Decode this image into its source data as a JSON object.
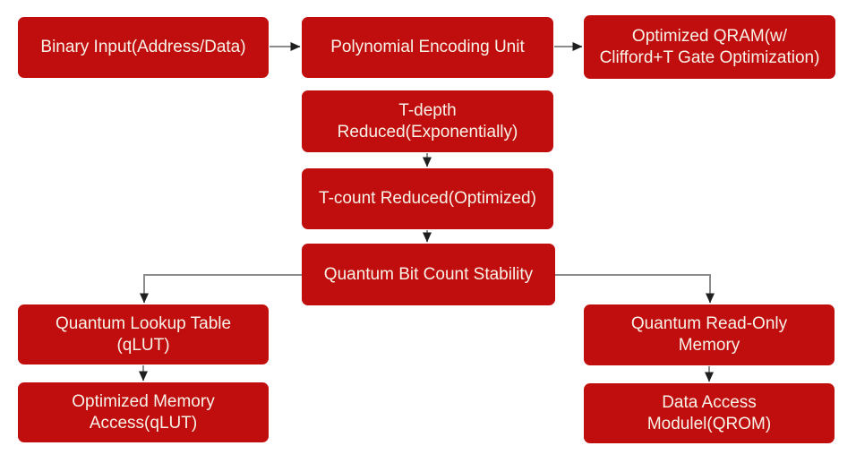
{
  "colors": {
    "background": "#ffffff",
    "node_fill": "#c00d0d",
    "node_text": "#f7f2e8",
    "connector_line": "#8c8c8c",
    "arrowhead": "#1f1f1f"
  },
  "nodes": {
    "binary_input": {
      "label": "Binary Input(Address/Data)"
    },
    "poly_encoding": {
      "label": "Polynomial Encoding Unit"
    },
    "optimized_qram": {
      "label": "Optimized QRAM(w/\nClifford+T Gate Optimization)"
    },
    "t_depth": {
      "label": "T-depth\nReduced(Exponentially)"
    },
    "t_count": {
      "label": "T-count Reduced(Optimized)"
    },
    "qubit_stability": {
      "label": "Quantum Bit Count Stability"
    },
    "qlut": {
      "label": "Quantum Lookup Table\n(qLUT)"
    },
    "qlut_access": {
      "label": "Optimized Memory\nAccess(qLUT)"
    },
    "qrom": {
      "label": "Quantum Read-Only\nMemory"
    },
    "qrom_access": {
      "label": "Data Access\nModulel(QROM)"
    }
  },
  "edges": [
    {
      "from": "binary_input",
      "to": "poly_encoding"
    },
    {
      "from": "poly_encoding",
      "to": "optimized_qram"
    },
    {
      "from": "t_depth",
      "to": "t_count"
    },
    {
      "from": "t_count",
      "to": "qubit_stability"
    },
    {
      "from": "qubit_stability",
      "to": "qlut"
    },
    {
      "from": "qubit_stability",
      "to": "qrom"
    },
    {
      "from": "qlut",
      "to": "qlut_access"
    },
    {
      "from": "qrom",
      "to": "qrom_access"
    }
  ]
}
